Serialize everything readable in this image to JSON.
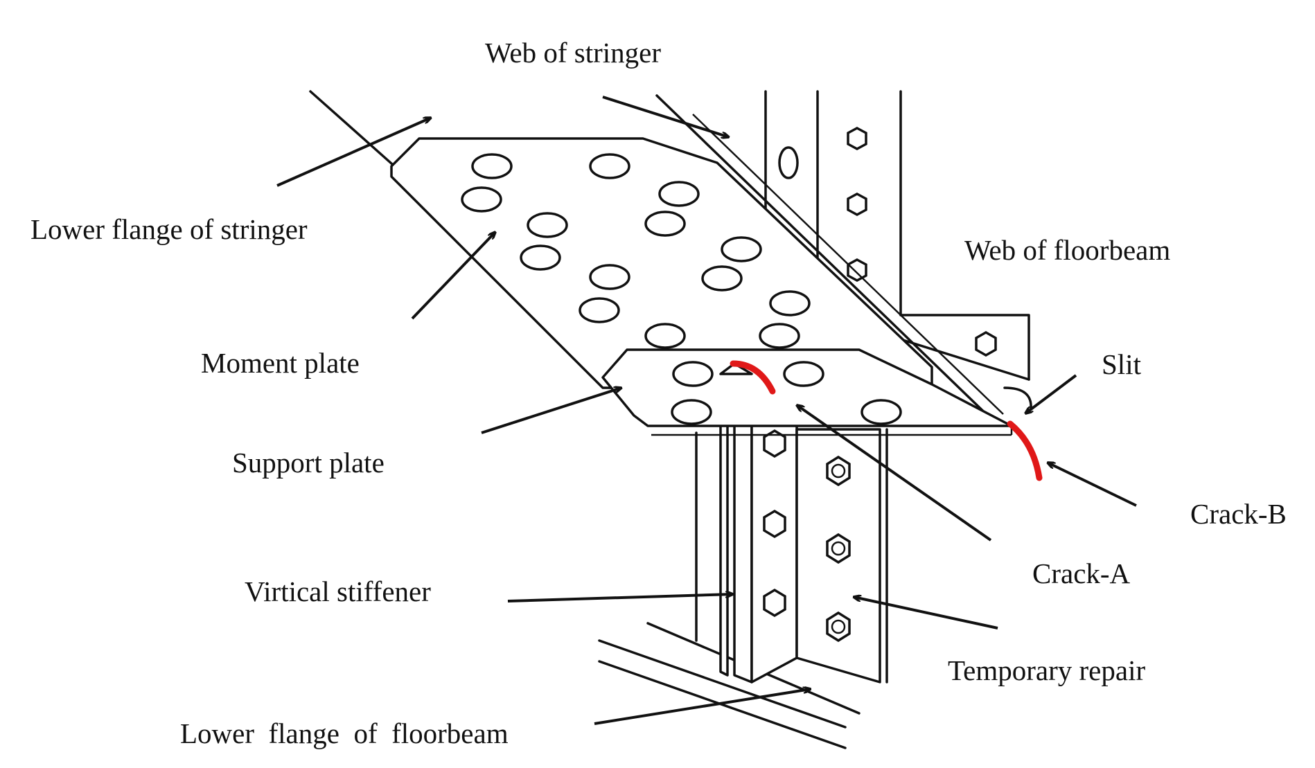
{
  "labels": {
    "web_of_stringer": "Web of stringer",
    "lower_flange_of_stringer": "Lower flange of stringer",
    "web_of_floorbeam": "Web of floorbeam",
    "moment_plate": "Moment plate",
    "slit": "Slit",
    "support_plate": "Support plate",
    "crack_b": "Crack-B",
    "crack_a": "Crack-A",
    "vertical_stiffener": "Virtical stiffener",
    "temporary_repair": "Temporary repair",
    "lower_flange_of_floorbeam": "Lower  flange  of  floorbeam"
  },
  "colors": {
    "line": "#111111",
    "crack": "#e01818",
    "background": "#ffffff"
  }
}
